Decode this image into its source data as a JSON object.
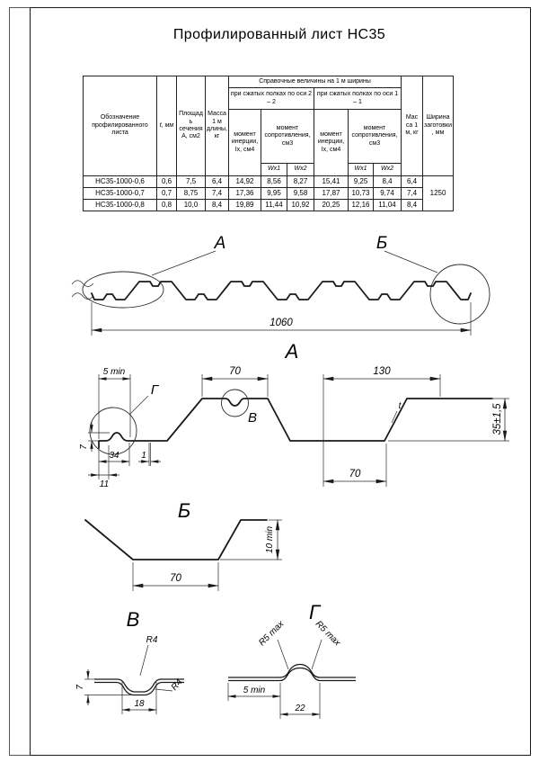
{
  "page": {
    "title": "Профилированный лист НС35",
    "ink_color": "#1a1a1a"
  },
  "table": {
    "col_designation": "Обозначение профилированного листа",
    "col_t": "t, мм",
    "col_area": "Площадь сечения А, см2",
    "col_mass_length": "Масса 1 м длины, кг",
    "group_reference": "Справочные величины на 1 м ширины",
    "group_axis_2_2": "при сжатых полках по оси 2 – 2",
    "group_axis_1_1": "при сжатых полках по оси 1 – 1",
    "col_inertia_2": "момент инерции, Ix, см4",
    "col_resist_2": "момент сопротивления, см3",
    "col_inertia_1": "момент инерции, Ix, см4",
    "col_resist_1": "момент сопротивления, см3",
    "wx1": "Wx1",
    "wx2": "Wx2",
    "col_mass": "Мас са 1 м, кг",
    "col_blank_width": "Ширина заготовки, мм",
    "blank_width": "1250",
    "rows": [
      {
        "designation": "НС35-1000-0,6",
        "t": "0,6",
        "area": "7,5",
        "mass_length": "6,4",
        "ix22": "14,92",
        "wx1_22": "8,56",
        "wx2_22": "8,27",
        "ix11": "15,41",
        "wx1_11": "9,25",
        "wx2_11": "8,4",
        "mass": "6,4"
      },
      {
        "designation": "НС35-1000-0,7",
        "t": "0,7",
        "area": "8,75",
        "mass_length": "7,4",
        "ix22": "17,36",
        "wx1_22": "9,95",
        "wx2_22": "9,58",
        "ix11": "17,87",
        "wx1_11": "10,73",
        "wx2_11": "9,74",
        "mass": "7,4"
      },
      {
        "designation": "НС35-1000-0,8",
        "t": "0,8",
        "area": "10,0",
        "mass_length": "8,4",
        "ix22": "19,89",
        "wx1_22": "11,44",
        "wx2_22": "10,92",
        "ix11": "20,25",
        "wx1_11": "12,16",
        "wx2_11": "11,04",
        "mass": "8,4"
      }
    ]
  },
  "overview": {
    "label_a": "А",
    "label_b": "Б",
    "dim_width": "1060"
  },
  "view_a": {
    "title": "А",
    "dim_edge": "5 min",
    "dim_crest": "70",
    "dim_pitch": "130",
    "callout_g": "Г",
    "callout_v": "В",
    "dim_thickness": "t",
    "dim_34": "34",
    "dim_1": "1",
    "dim_11": "11",
    "dim_7": "7",
    "dim_valley": "70",
    "dim_height": "35±1,5"
  },
  "view_b": {
    "title": "Б",
    "dim_min": "10 min",
    "dim_width": "70"
  },
  "view_v": {
    "title": "В",
    "radius_top": "R4",
    "radius_side": "R4",
    "dim_width": "18",
    "dim_depth": "7"
  },
  "view_g": {
    "title": "Г",
    "radius_left": "R5 max",
    "radius_right": "R5 max",
    "dim_edge": "5 min",
    "dim_width": "22"
  }
}
